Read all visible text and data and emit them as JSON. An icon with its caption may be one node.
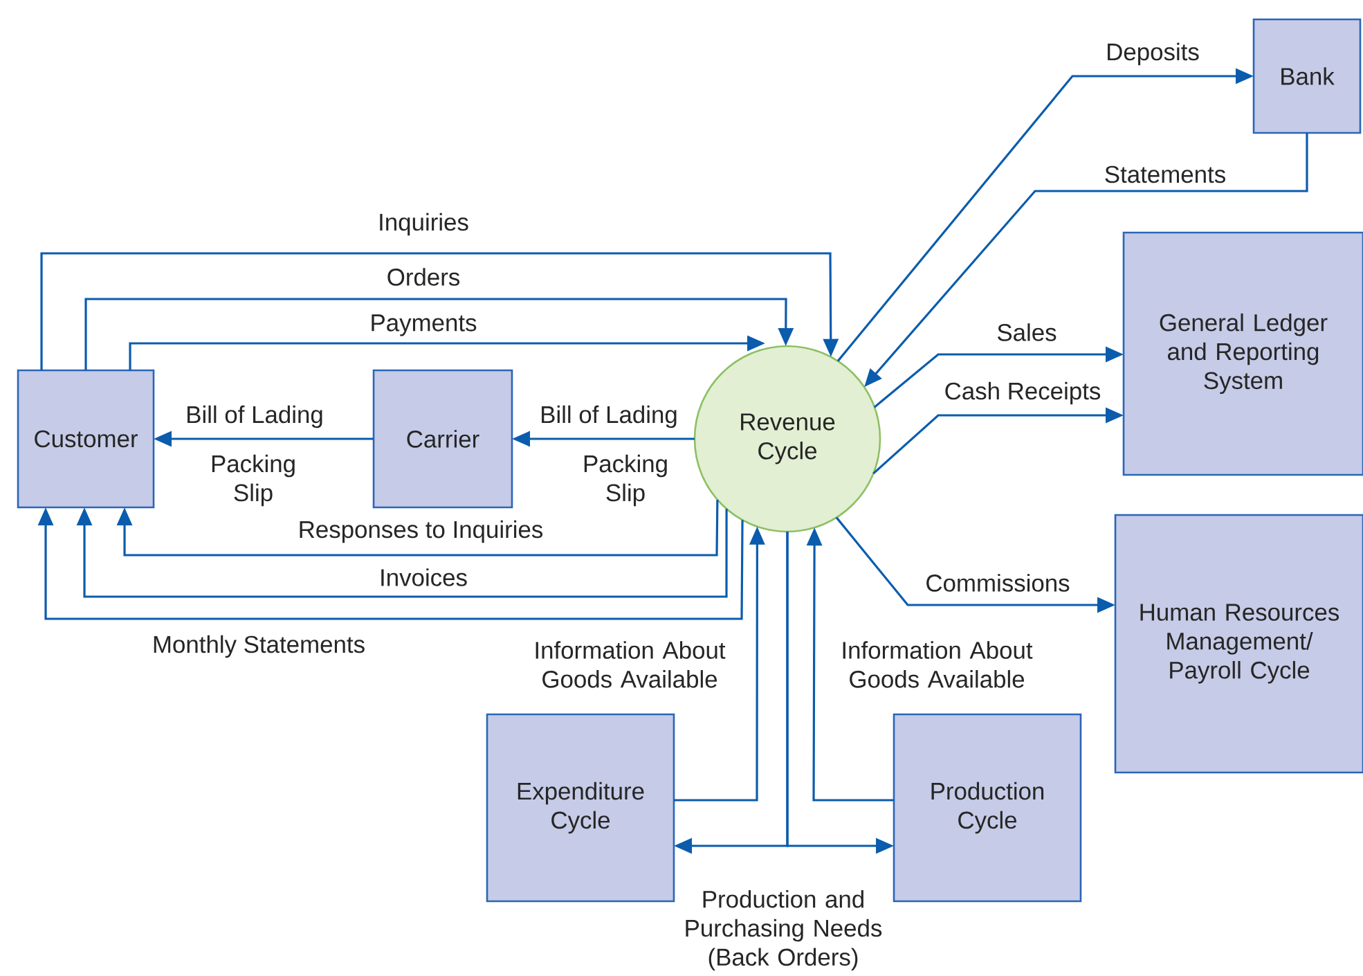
{
  "diagram": {
    "nodes": [
      {
        "text": [
          "Customer"
        ]
      },
      {
        "text": [
          "Carrier"
        ]
      },
      {
        "text": [
          "Revenue Cycle"
        ]
      },
      {
        "text": [
          "Bank"
        ]
      },
      {
        "text": [
          "General Ledger and Reporting System"
        ]
      },
      {
        "text": [
          "Human Resources Management/ Payroll Cycle"
        ]
      },
      {
        "text": [
          "Expenditure Cycle"
        ]
      },
      {
        "text": [
          "Production Cycle"
        ]
      }
    ],
    "edges": [
      {
        "from": 0,
        "to": 2,
        "arrow": "to",
        "label": "Inquiries"
      },
      {
        "from": 0,
        "to": 2,
        "arrow": "to",
        "label": "Orders"
      },
      {
        "from": 0,
        "to": 2,
        "arrow": "to",
        "label": "Payments"
      },
      {
        "from": 2,
        "to": 1,
        "arrow": "to",
        "label": "Bill of Lading"
      },
      {
        "from": 1,
        "to": 0,
        "arrow": "to",
        "label": "Bill of Lading"
      },
      {
        "from": 2,
        "to": 0,
        "arrow": "to",
        "label": "Responses to Inquiries"
      },
      {
        "from": 2,
        "to": 0,
        "arrow": "to",
        "label": "Invoices"
      },
      {
        "from": 2,
        "to": 0,
        "arrow": "to",
        "label": "Monthly Statements"
      },
      {
        "from": 6,
        "to": 2,
        "arrow": "to",
        "label": "Information About Goods Available"
      },
      {
        "from": 7,
        "to": 2,
        "arrow": "to",
        "label": "Information About Goods Available"
      },
      {
        "from": 2,
        "to": 6,
        "arrow": "to",
        "label": "Production and Purchasing Needs (Back Orders)"
      },
      {
        "from": 2,
        "to": 7,
        "arrow": "to"
      },
      {
        "from": 2,
        "to": 3,
        "arrow": "to",
        "label": "Deposits"
      },
      {
        "from": 3,
        "to": 2,
        "arrow": "to",
        "label": "Statements"
      },
      {
        "from": 2,
        "to": 4,
        "arrow": "to",
        "label": "Sales"
      },
      {
        "from": 2,
        "to": 4,
        "arrow": "to",
        "label": "Cash Receipts"
      },
      {
        "from": 2,
        "to": 5,
        "arrow": "to",
        "label": "Commissions"
      }
    ],
    "labels": [
      "Packing Slip",
      "Packing Slip"
    ]
  }
}
